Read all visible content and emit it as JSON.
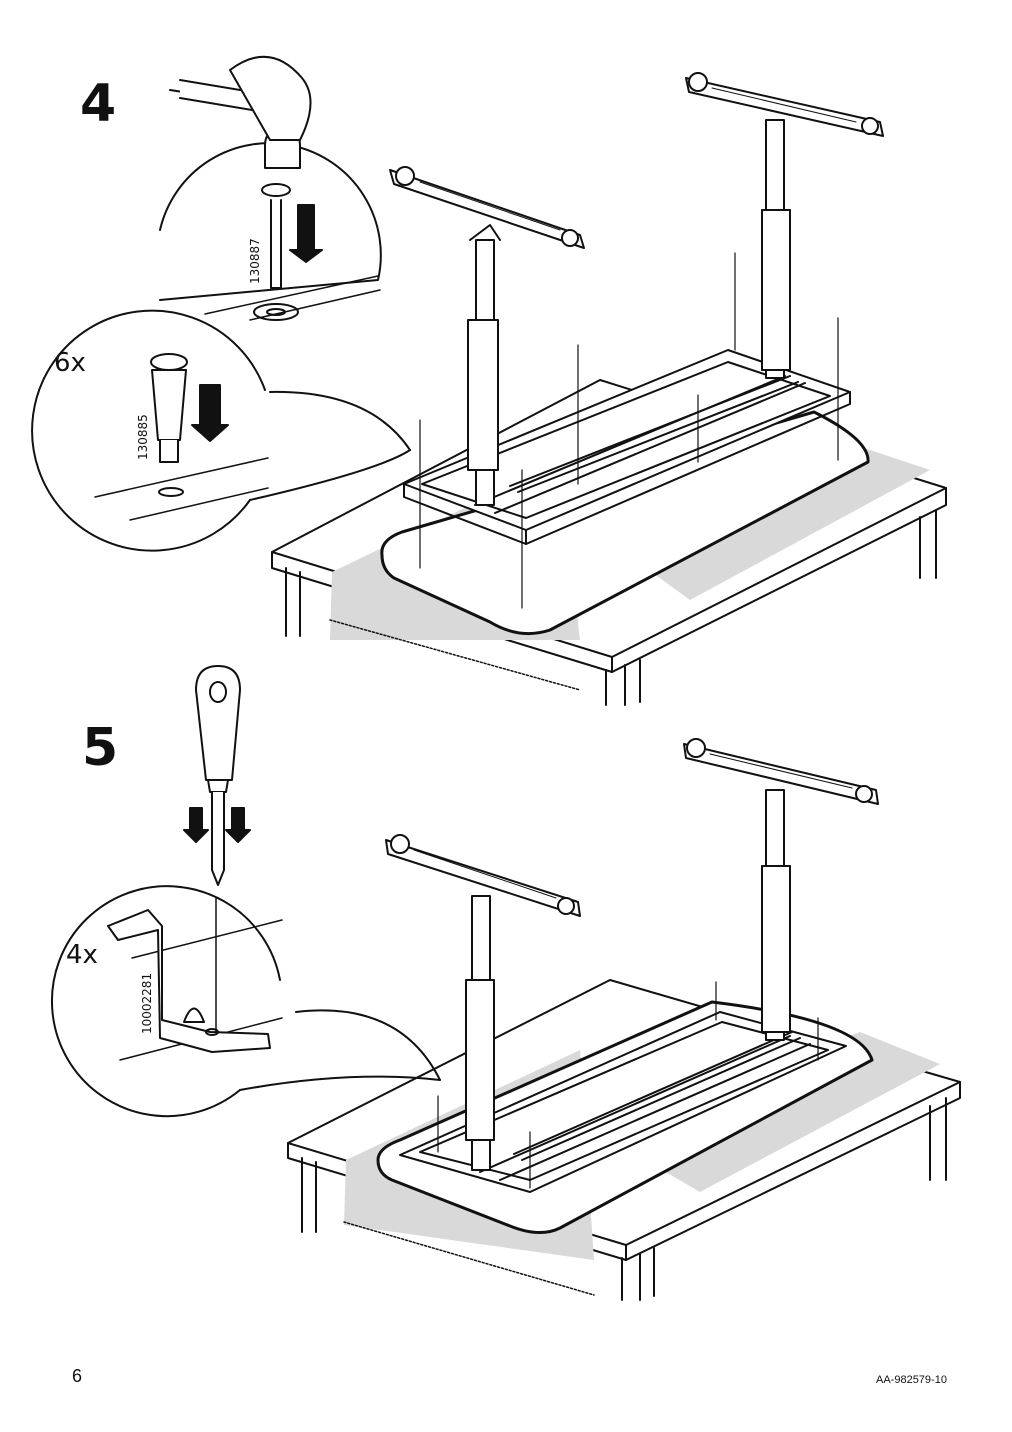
{
  "page": {
    "number": "6",
    "document_code": "AA-982579-10"
  },
  "steps": [
    {
      "number": "4",
      "quantity": "6x",
      "parts": [
        "130887",
        "130885"
      ]
    },
    {
      "number": "5",
      "quantity": "4x",
      "parts": [
        "10002281"
      ]
    }
  ],
  "colors": {
    "ink": "#111111",
    "mat": "#d9d9d9",
    "paper": "#ffffff"
  },
  "icons": [
    "hammer-icon",
    "screwdriver-icon",
    "arrow-down-icon"
  ]
}
